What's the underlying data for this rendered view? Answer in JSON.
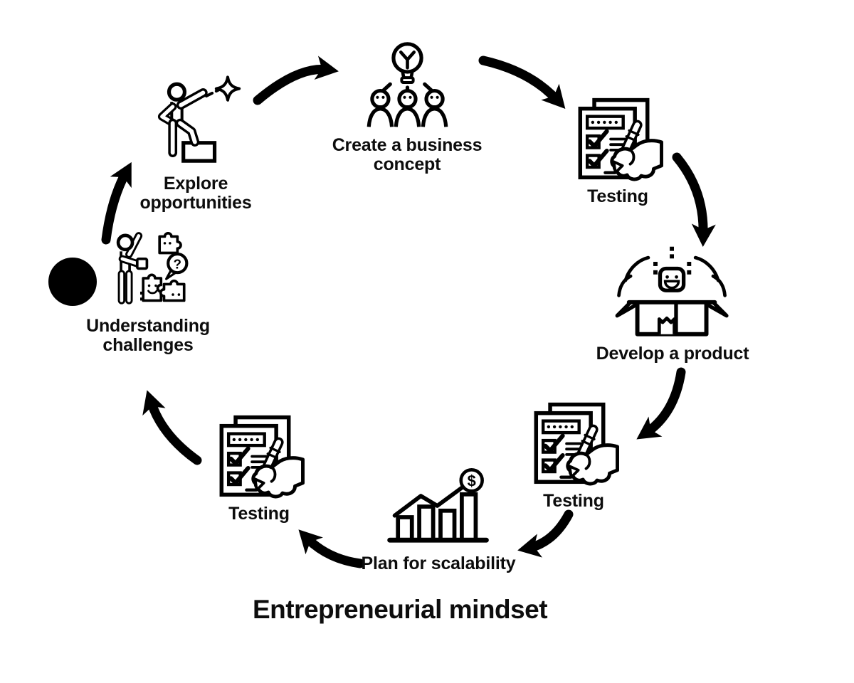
{
  "title": "Entrepreneurial mindset",
  "colors": {
    "ink": "#000000",
    "background": "#ffffff"
  },
  "flow": {
    "type": "cycle",
    "direction": "clockwise",
    "arrow_count": 8,
    "start_marker": "filled-circle"
  },
  "stages": [
    {
      "id": "explore-opportunities",
      "label": "Explore opportunities",
      "icon": "person-on-steps-reaching-star-icon"
    },
    {
      "id": "create-business-concept",
      "label": "Create a business concept",
      "icon": "lightbulb-over-team-icon"
    },
    {
      "id": "testing-top-right",
      "label": "Testing",
      "icon": "checklist-hand-pencil-icon"
    },
    {
      "id": "develop-a-product",
      "label": "Develop a product",
      "icon": "open-box-character-icon"
    },
    {
      "id": "testing-bottom-right",
      "label": "Testing",
      "icon": "checklist-hand-pencil-icon"
    },
    {
      "id": "plan-for-scalability",
      "label": "Plan for scalability",
      "icon": "growth-bars-dollar-icon"
    },
    {
      "id": "testing-bottom-left",
      "label": "Testing",
      "icon": "checklist-hand-pencil-icon"
    },
    {
      "id": "understanding-challenges",
      "label": "Understanding challenges",
      "icon": "person-puzzle-question-icon"
    }
  ],
  "icon_glyphs": {
    "dollar": "$",
    "question_mark": "?"
  }
}
